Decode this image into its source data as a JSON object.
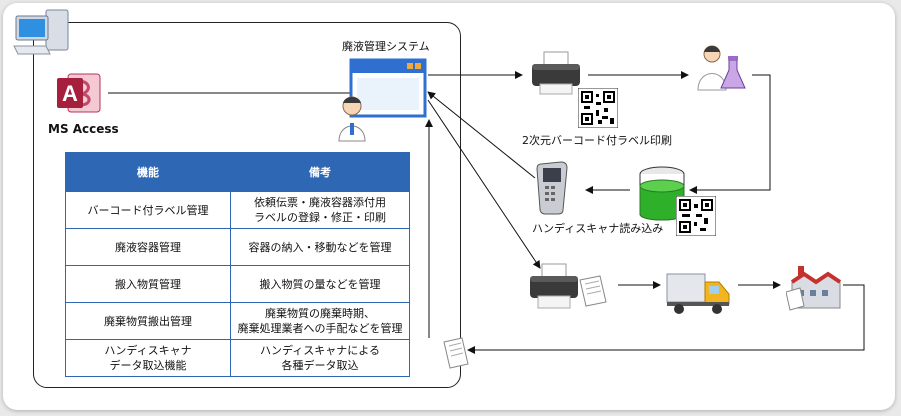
{
  "system_title": "廃液管理システム",
  "ms_access_label": "MS Access",
  "barcode_print_label": "2次元バーコード付ラベル印刷",
  "scanner_label": "ハンディスキャナ読み込み",
  "table": {
    "headers": [
      "機能",
      "備考"
    ],
    "rows": [
      {
        "func": [
          "バーコード付ラベル管理"
        ],
        "note": [
          "依頼伝票・廃液容器添付用",
          "ラベルの登録・修正・印刷"
        ]
      },
      {
        "func": [
          "廃液容器管理"
        ],
        "note": [
          "容器の納入・移動などを管理"
        ]
      },
      {
        "func": [
          "搬入物質管理"
        ],
        "note": [
          "搬入物質の量などを管理"
        ]
      },
      {
        "func": [
          "廃棄物質搬出管理"
        ],
        "note": [
          "廃棄物質の廃棄時期、",
          "廃棄処理業者への手配などを管理"
        ]
      },
      {
        "func": [
          "ハンディスキャナ",
          "データ取込機能"
        ],
        "note": [
          "ハンディスキャナによる",
          "各種データ取込"
        ]
      }
    ]
  }
}
